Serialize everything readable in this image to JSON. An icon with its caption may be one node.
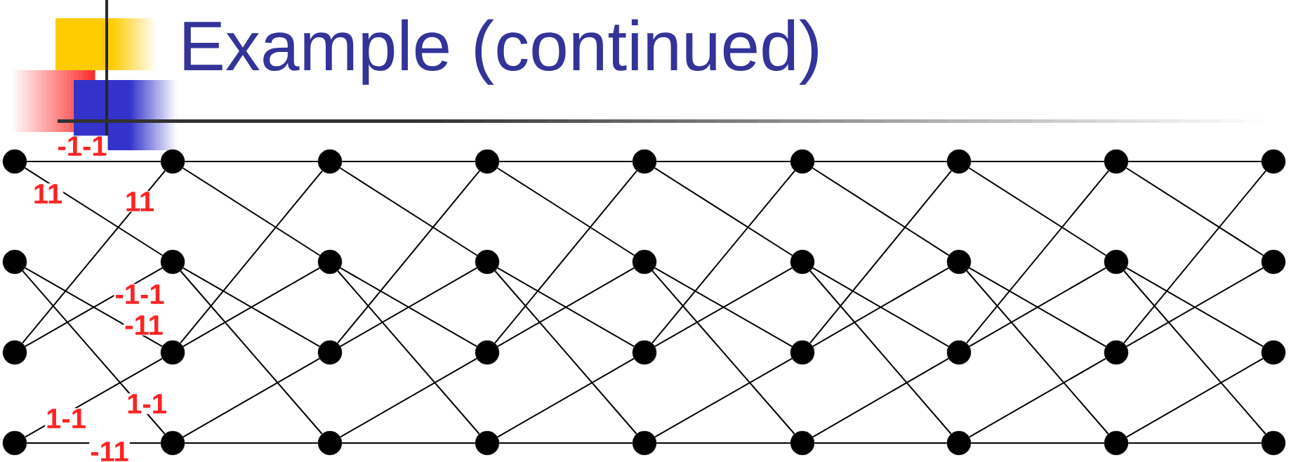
{
  "diagram": {
    "title": "Example (continued)",
    "nodes": [
      {
        "text": [],
        "shape": "circle"
      },
      {
        "text": [],
        "shape": "circle"
      },
      {
        "text": [],
        "shape": "circle"
      },
      {
        "text": [],
        "shape": "circle"
      },
      {
        "text": [],
        "shape": "circle"
      },
      {
        "text": [],
        "shape": "circle"
      },
      {
        "text": [],
        "shape": "circle"
      },
      {
        "text": [],
        "shape": "circle"
      },
      {
        "text": [],
        "shape": "circle"
      },
      {
        "text": [],
        "shape": "circle"
      },
      {
        "text": [],
        "shape": "circle"
      },
      {
        "text": [],
        "shape": "circle"
      },
      {
        "text": [],
        "shape": "circle"
      },
      {
        "text": [],
        "shape": "circle"
      },
      {
        "text": [],
        "shape": "circle"
      },
      {
        "text": [],
        "shape": "circle"
      },
      {
        "text": [],
        "shape": "circle"
      },
      {
        "text": [],
        "shape": "circle"
      },
      {
        "text": [],
        "shape": "circle"
      },
      {
        "text": [],
        "shape": "circle"
      },
      {
        "text": [],
        "shape": "circle"
      },
      {
        "text": [],
        "shape": "circle"
      },
      {
        "text": [],
        "shape": "circle"
      },
      {
        "text": [],
        "shape": "circle"
      },
      {
        "text": [],
        "shape": "circle"
      },
      {
        "text": [],
        "shape": "circle"
      },
      {
        "text": [],
        "shape": "circle"
      },
      {
        "text": [],
        "shape": "circle"
      },
      {
        "text": [],
        "shape": "circle"
      },
      {
        "text": [],
        "shape": "circle"
      },
      {
        "text": [],
        "shape": "circle"
      },
      {
        "text": [],
        "shape": "circle"
      },
      {
        "text": [],
        "shape": "circle"
      },
      {
        "text": [],
        "shape": "circle"
      },
      {
        "text": [],
        "shape": "circle"
      },
      {
        "text": [],
        "shape": "circle"
      }
    ],
    "edges": [
      {
        "from": 0,
        "to": 4,
        "arrow": "none",
        "label": "-1-1"
      },
      {
        "from": 0,
        "to": 5,
        "arrow": "none",
        "label": "11"
      },
      {
        "from": 1,
        "to": 6,
        "arrow": "none",
        "label": "-11"
      },
      {
        "from": 1,
        "to": 7,
        "arrow": "none",
        "label": "1-1"
      },
      {
        "from": 2,
        "to": 4,
        "arrow": "none",
        "label": "11"
      },
      {
        "from": 2,
        "to": 5,
        "arrow": "none",
        "label": "-1-1"
      },
      {
        "from": 3,
        "to": 6,
        "arrow": "none",
        "label": "1-1"
      },
      {
        "from": 3,
        "to": 7,
        "arrow": "none",
        "label": "-11"
      },
      {
        "from": 4,
        "to": 8,
        "arrow": "none"
      },
      {
        "from": 4,
        "to": 9,
        "arrow": "none"
      },
      {
        "from": 5,
        "to": 10,
        "arrow": "none"
      },
      {
        "from": 5,
        "to": 11,
        "arrow": "none"
      },
      {
        "from": 6,
        "to": 8,
        "arrow": "none"
      },
      {
        "from": 6,
        "to": 9,
        "arrow": "none"
      },
      {
        "from": 7,
        "to": 10,
        "arrow": "none"
      },
      {
        "from": 7,
        "to": 11,
        "arrow": "none"
      },
      {
        "from": 8,
        "to": 12,
        "arrow": "none"
      },
      {
        "from": 8,
        "to": 13,
        "arrow": "none"
      },
      {
        "from": 9,
        "to": 14,
        "arrow": "none"
      },
      {
        "from": 9,
        "to": 15,
        "arrow": "none"
      },
      {
        "from": 10,
        "to": 12,
        "arrow": "none"
      },
      {
        "from": 10,
        "to": 13,
        "arrow": "none"
      },
      {
        "from": 11,
        "to": 14,
        "arrow": "none"
      },
      {
        "from": 11,
        "to": 15,
        "arrow": "none"
      },
      {
        "from": 12,
        "to": 16,
        "arrow": "none"
      },
      {
        "from": 12,
        "to": 17,
        "arrow": "none"
      },
      {
        "from": 13,
        "to": 18,
        "arrow": "none"
      },
      {
        "from": 13,
        "to": 19,
        "arrow": "none"
      },
      {
        "from": 14,
        "to": 16,
        "arrow": "none"
      },
      {
        "from": 14,
        "to": 17,
        "arrow": "none"
      },
      {
        "from": 15,
        "to": 18,
        "arrow": "none"
      },
      {
        "from": 15,
        "to": 19,
        "arrow": "none"
      },
      {
        "from": 16,
        "to": 20,
        "arrow": "none"
      },
      {
        "from": 16,
        "to": 21,
        "arrow": "none"
      },
      {
        "from": 17,
        "to": 22,
        "arrow": "none"
      },
      {
        "from": 17,
        "to": 23,
        "arrow": "none"
      },
      {
        "from": 18,
        "to": 20,
        "arrow": "none"
      },
      {
        "from": 18,
        "to": 21,
        "arrow": "none"
      },
      {
        "from": 19,
        "to": 22,
        "arrow": "none"
      },
      {
        "from": 19,
        "to": 23,
        "arrow": "none"
      },
      {
        "from": 20,
        "to": 24,
        "arrow": "none"
      },
      {
        "from": 20,
        "to": 25,
        "arrow": "none"
      },
      {
        "from": 21,
        "to": 26,
        "arrow": "none"
      },
      {
        "from": 21,
        "to": 27,
        "arrow": "none"
      },
      {
        "from": 22,
        "to": 24,
        "arrow": "none"
      },
      {
        "from": 22,
        "to": 25,
        "arrow": "none"
      },
      {
        "from": 23,
        "to": 26,
        "arrow": "none"
      },
      {
        "from": 23,
        "to": 27,
        "arrow": "none"
      },
      {
        "from": 24,
        "to": 28,
        "arrow": "none"
      },
      {
        "from": 24,
        "to": 29,
        "arrow": "none"
      },
      {
        "from": 25,
        "to": 30,
        "arrow": "none"
      },
      {
        "from": 25,
        "to": 31,
        "arrow": "none"
      },
      {
        "from": 26,
        "to": 28,
        "arrow": "none"
      },
      {
        "from": 26,
        "to": 29,
        "arrow": "none"
      },
      {
        "from": 27,
        "to": 30,
        "arrow": "none"
      },
      {
        "from": 27,
        "to": 31,
        "arrow": "none"
      },
      {
        "from": 28,
        "to": 32,
        "arrow": "none"
      },
      {
        "from": 28,
        "to": 33,
        "arrow": "none"
      },
      {
        "from": 29,
        "to": 34,
        "arrow": "none"
      },
      {
        "from": 29,
        "to": 35,
        "arrow": "none"
      },
      {
        "from": 30,
        "to": 32,
        "arrow": "none"
      },
      {
        "from": 30,
        "to": 33,
        "arrow": "none"
      },
      {
        "from": 31,
        "to": 34,
        "arrow": "none"
      },
      {
        "from": 31,
        "to": 35,
        "arrow": "none"
      }
    ]
  }
}
